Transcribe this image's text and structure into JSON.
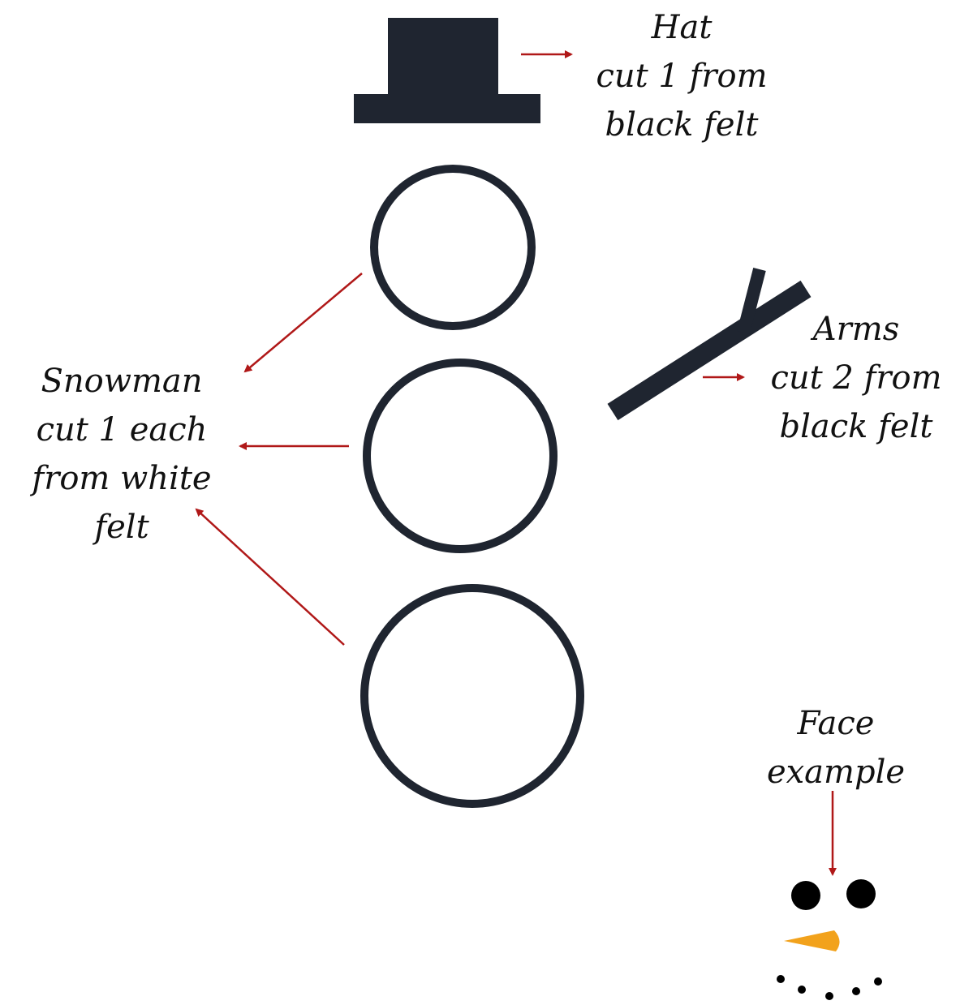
{
  "colors": {
    "outline": "#1f2530",
    "arrow": "#b01818",
    "nose": "#f2a21c",
    "background": "#ffffff"
  },
  "labels": {
    "hat": {
      "line1": "Hat",
      "line2": "cut 1 from",
      "line3": "black felt"
    },
    "snowman": {
      "line1": "Snowman",
      "line2": "cut 1 each",
      "line3": "from white",
      "line4": "felt"
    },
    "arms": {
      "line1": "Arms",
      "line2": "cut 2 from",
      "line3": "black felt"
    },
    "face": {
      "line1": "Face",
      "line2": "example"
    }
  },
  "pieces": [
    {
      "name": "hat",
      "material": "black felt",
      "quantity": 1
    },
    {
      "name": "snowman circles",
      "material": "white felt",
      "quantity": 3
    },
    {
      "name": "arms",
      "material": "black felt",
      "quantity": 2
    }
  ]
}
